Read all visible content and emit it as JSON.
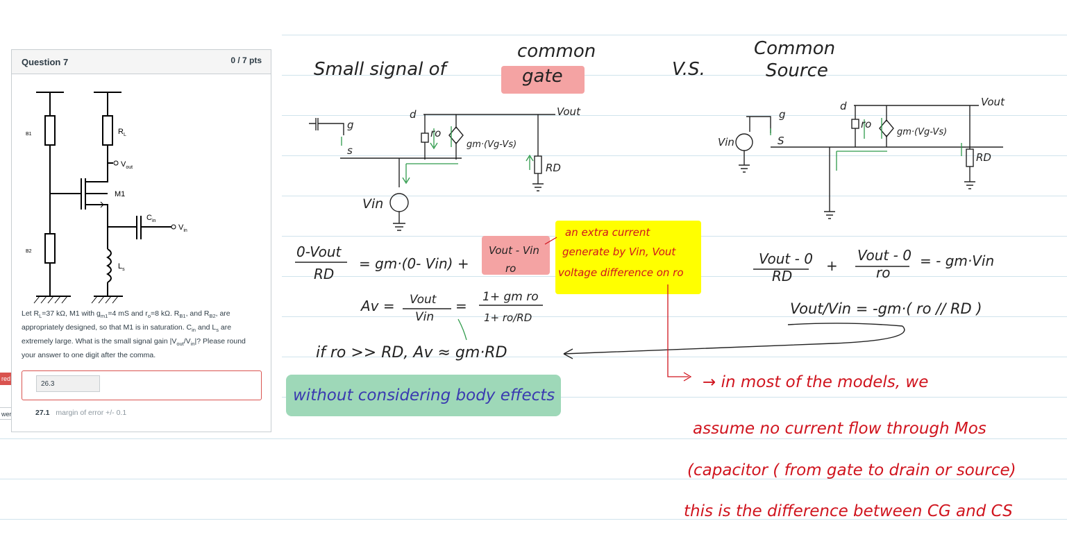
{
  "quiz": {
    "title": "Question 7",
    "points": "0 / 7 pts",
    "question_html_parts": {
      "p1": "Let R",
      "p1s": "L",
      "p2": "=37 kΩ, M1 with g",
      "p2s": "m1",
      "p3": "=4 mS and r",
      "p3s": "o",
      "p4": "=8 kΩ. R",
      "p4s": "B1",
      "p5": ", and R",
      "p5s": "B2",
      "p6": ", are appropriately designed, so that M1 is in saturation. C",
      "p6s": "in",
      "p7": " and L",
      "p7s": "s",
      "p8": " are extremely large. What is the small signal gain |V",
      "p8s": "out",
      "p9": "/V",
      "p9s": "in",
      "p10": "|? Please round your answer to one digit after the comma."
    },
    "user_answer": "26.3",
    "correct_answer": "27.1",
    "margin": "margin of error +/- 0.1",
    "flag_incorrect": "red",
    "flag_answer": "wer",
    "circuit_labels": {
      "rb1": "R",
      "rb1s": "B1",
      "rl": "R",
      "rls": "L",
      "vout": "V",
      "vouts": "out",
      "m1": "M1",
      "cin": "C",
      "cins": "in",
      "vin": "V",
      "vins": "in",
      "rb2": "R",
      "rb2s": "B2",
      "ls": "L",
      "lss": "s"
    }
  },
  "notes": {
    "title_line1": "Small signal of",
    "common_gate": [
      "common",
      "gate"
    ],
    "vs": "V.S.",
    "common_source": [
      "Common",
      "Source"
    ],
    "cg_eq1_lhs": "0-Vout",
    "cg_eq1_den": "RD",
    "cg_eq1_rhs": "= gm·(0- Vin) +",
    "cg_eq1_frac_top": "Vout - Vin",
    "cg_eq1_frac_bot": "ro",
    "yellow_note": [
      "an extra current",
      "generate by Vin, Vout",
      "voltage difference on ro"
    ],
    "av_lhs": "Av =",
    "av_frac1_top": "Vout",
    "av_frac1_bot": "Vin",
    "av_eq": "=",
    "av_frac2_top": "1+ gm ro",
    "av_frac2_bot": "1+ ro/RD",
    "approx": "if ro >> RD, Av ≈ gm·RD",
    "green_note": "without considering body effects",
    "cs_eq1_a_top": "Vout - 0",
    "cs_eq1_a_bot": "RD",
    "cs_plus": "+",
    "cs_eq1_b_top": "Vout - 0",
    "cs_eq1_b_bot": "ro",
    "cs_eq1_rhs": "= - gm·Vin",
    "cs_eq2": "Vout/Vin = -gm·( ro // RD )",
    "red_note": [
      "→ in most of the models, we",
      "assume no current flow through Mos",
      "(capacitor ( from gate to drain or source)",
      "this is the difference between CG and CS"
    ],
    "cg_circuit": {
      "d": "d",
      "g": "g",
      "s": "s",
      "ro": "ro",
      "gm": "gm·(Vg-Vs)",
      "vout": "Vout",
      "rd": "RD",
      "vin": "Vin"
    },
    "cs_circuit": {
      "d": "d",
      "g": "g",
      "s": "S",
      "ro": "ro",
      "gm": "gm·(Vg-Vs)",
      "vout": "Vout",
      "rd": "RD",
      "vin": "Vin"
    }
  }
}
